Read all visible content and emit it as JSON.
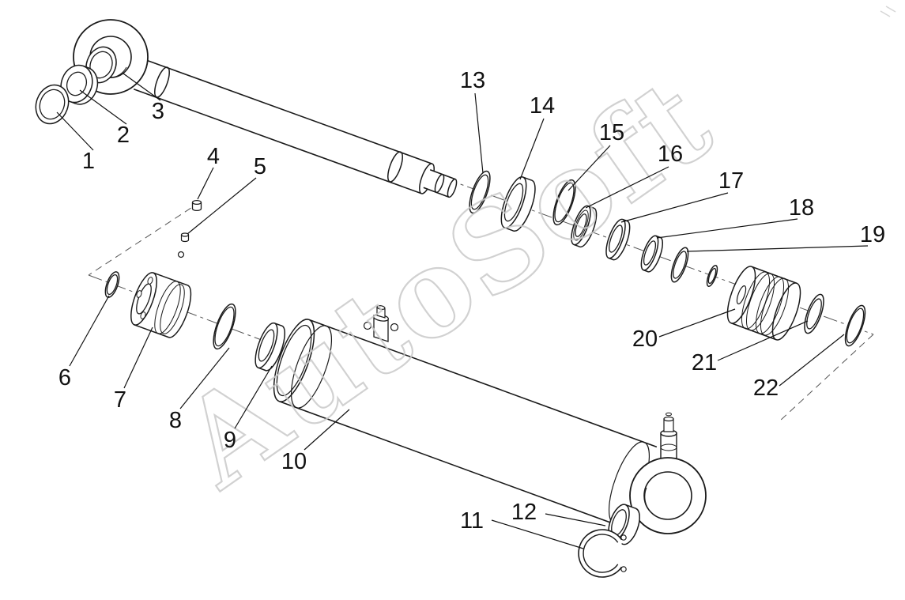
{
  "watermark": "AutoSoft",
  "callouts": [
    "1",
    "2",
    "3",
    "4",
    "5",
    "6",
    "7",
    "8",
    "9",
    "10",
    "11",
    "12",
    "13",
    "14",
    "15",
    "16",
    "17",
    "18",
    "19",
    "20",
    "21",
    "22"
  ],
  "colors": {
    "line": "#1a1a1a",
    "construction_line": "#555555",
    "watermark": "#c9c9c9",
    "label_text": "#111111",
    "background": "#ffffff"
  }
}
